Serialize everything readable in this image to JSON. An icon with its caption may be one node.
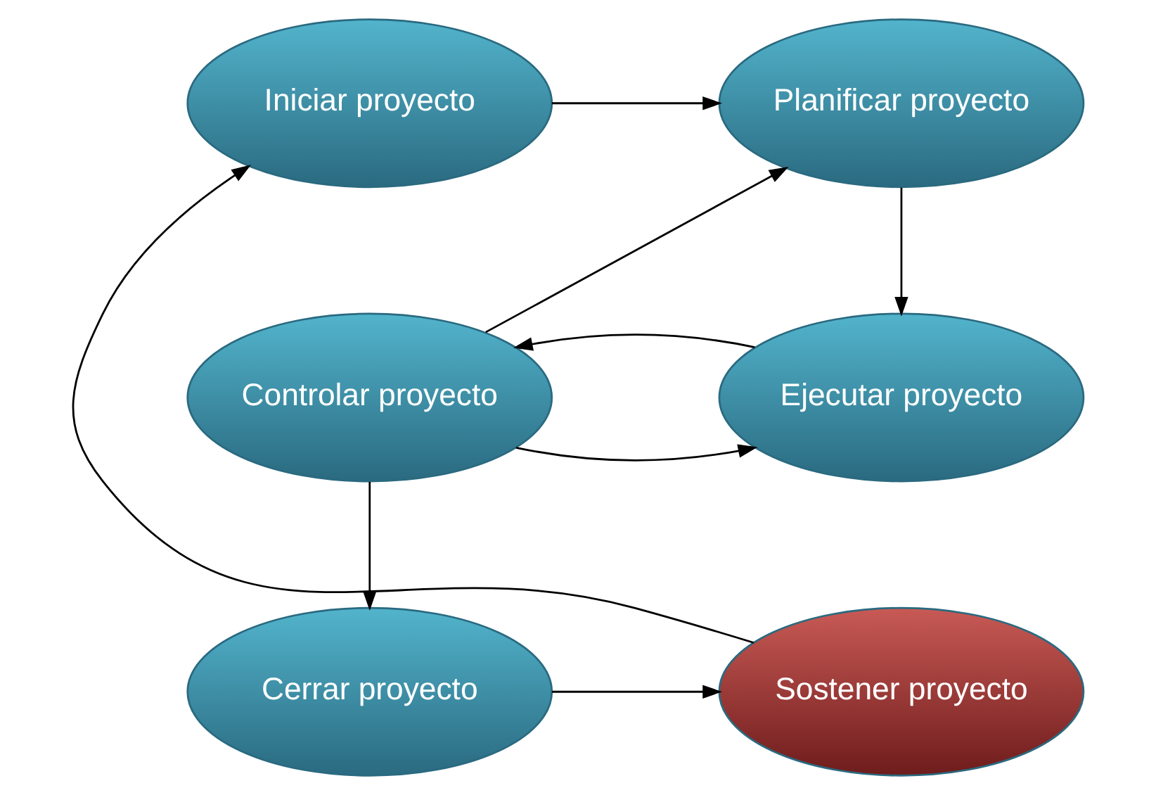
{
  "diagram": {
    "nodes": [
      {
        "text": [
          "Iniciar proyecto"
        ]
      },
      {
        "text": [
          "Planificar proyecto"
        ]
      },
      {
        "text": [
          "Controlar proyecto"
        ]
      },
      {
        "text": [
          "Ejecutar proyecto"
        ]
      },
      {
        "text": [
          "Sostener proyecto"
        ]
      },
      {
        "text": [
          "Cerrar proyecto"
        ]
      }
    ],
    "edges": [
      {
        "from": 0,
        "to": 1,
        "arrow": "to"
      },
      {
        "from": 1,
        "to": 3,
        "arrow": "to"
      },
      {
        "from": 2,
        "to": 1,
        "arrow": "to"
      },
      {
        "from": 2,
        "to": 3,
        "arrow": "to"
      },
      {
        "from": 3,
        "to": 2,
        "arrow": "to"
      },
      {
        "from": 2,
        "to": 5,
        "arrow": "to"
      },
      {
        "from": 5,
        "to": 4,
        "arrow": "to"
      },
      {
        "from": 4,
        "to": 0,
        "arrow": "to"
      }
    ]
  }
}
